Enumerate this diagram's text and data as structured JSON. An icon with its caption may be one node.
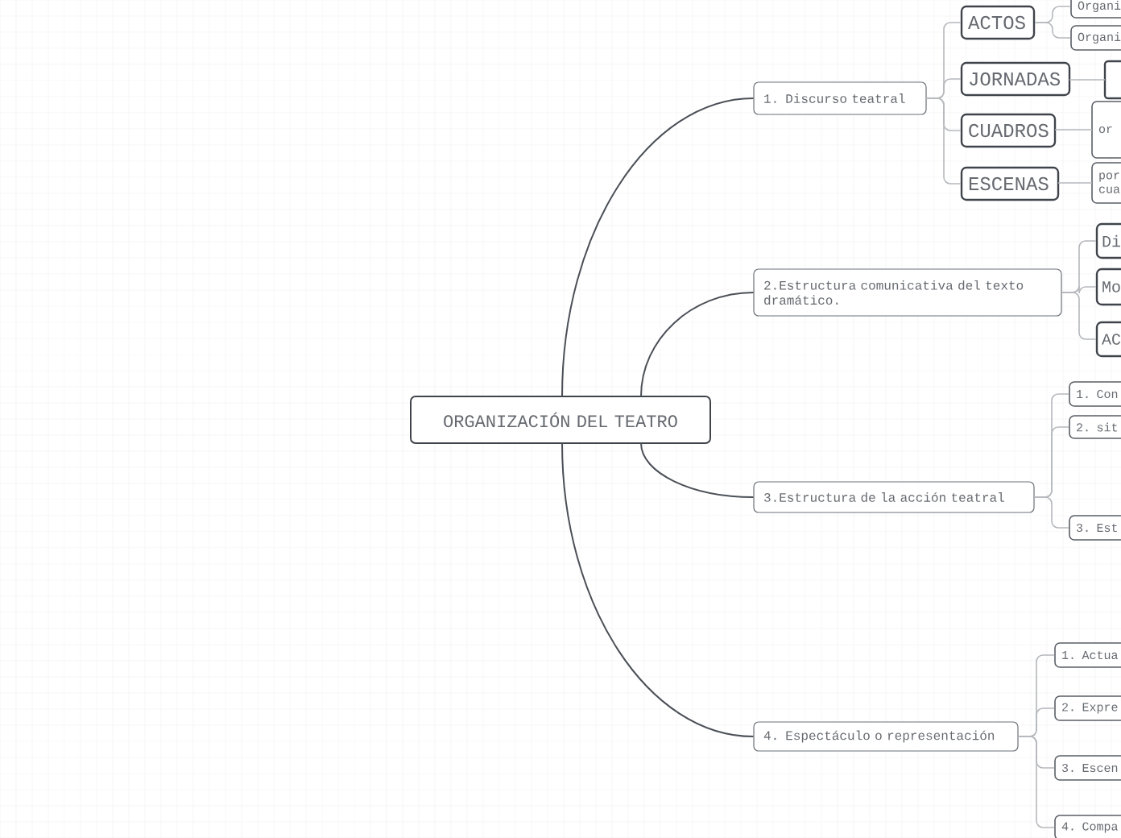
{
  "diagram": {
    "nodes": [
      {
        "text": [
          "ORGANIZACIÓN DEL TEATRO"
        ]
      },
      {
        "text": [
          "1. Discurso teatral"
        ]
      },
      {
        "text": [
          "ACTOS"
        ]
      },
      {
        "text": [
          "Organi"
        ]
      },
      {
        "text": [
          "Organi"
        ]
      },
      {
        "text": [
          "JORNADAS"
        ]
      },
      {
        "text": [],
        "shape": "box"
      },
      {
        "text": [
          "CUADROS"
        ]
      },
      {
        "text": [
          "or"
        ]
      },
      {
        "text": [
          "ESCENAS"
        ]
      },
      {
        "text": [
          "por cua"
        ]
      },
      {
        "text": [
          "2.Estructura comunicativa del texto dramático."
        ]
      },
      {
        "text": [
          "Di"
        ]
      },
      {
        "text": [
          "Mo"
        ]
      },
      {
        "text": [
          "AC"
        ]
      },
      {
        "text": [
          "3.Estructura de la acción teatral"
        ]
      },
      {
        "text": [
          "1. Con"
        ]
      },
      {
        "text": [
          "2. sit"
        ]
      },
      {
        "text": [
          "3. Est"
        ]
      },
      {
        "text": [
          "4. Espectáculo o representación"
        ]
      },
      {
        "text": [
          "1. Actua"
        ]
      },
      {
        "text": [
          "2. Expre"
        ]
      },
      {
        "text": [
          "3. Escen"
        ]
      },
      {
        "text": [
          "4. Compa"
        ]
      }
    ],
    "edges": [
      {
        "from": 0,
        "to": 1,
        "arrow": "none",
        "color": "#4b5057"
      },
      {
        "from": 1,
        "to": 2,
        "arrow": "none"
      },
      {
        "from": 2,
        "to": 3,
        "arrow": "none"
      },
      {
        "from": 2,
        "to": 4,
        "arrow": "none"
      },
      {
        "from": 1,
        "to": 5,
        "arrow": "none"
      },
      {
        "from": 5,
        "to": 6,
        "arrow": "none"
      },
      {
        "from": 1,
        "to": 7,
        "arrow": "none"
      },
      {
        "from": 7,
        "to": 8,
        "arrow": "none"
      },
      {
        "from": 1,
        "to": 9,
        "arrow": "none"
      },
      {
        "from": 9,
        "to": 10,
        "arrow": "none"
      },
      {
        "from": 0,
        "to": 11,
        "arrow": "none",
        "color": "#4b5057"
      },
      {
        "from": 11,
        "to": 12,
        "arrow": "none"
      },
      {
        "from": 11,
        "to": 13,
        "arrow": "none"
      },
      {
        "from": 11,
        "to": 14,
        "arrow": "none"
      },
      {
        "from": 0,
        "to": 15,
        "arrow": "none",
        "color": "#4b5057"
      },
      {
        "from": 15,
        "to": 16,
        "arrow": "none"
      },
      {
        "from": 15,
        "to": 17,
        "arrow": "none"
      },
      {
        "from": 15,
        "to": 18,
        "arrow": "none"
      },
      {
        "from": 0,
        "to": 19,
        "arrow": "none",
        "color": "#4b5057"
      },
      {
        "from": 19,
        "to": 20,
        "arrow": "none"
      },
      {
        "from": 19,
        "to": 21,
        "arrow": "none"
      },
      {
        "from": 19,
        "to": 22,
        "arrow": "none"
      },
      {
        "from": 19,
        "to": 23,
        "arrow": "none"
      }
    ]
  }
}
